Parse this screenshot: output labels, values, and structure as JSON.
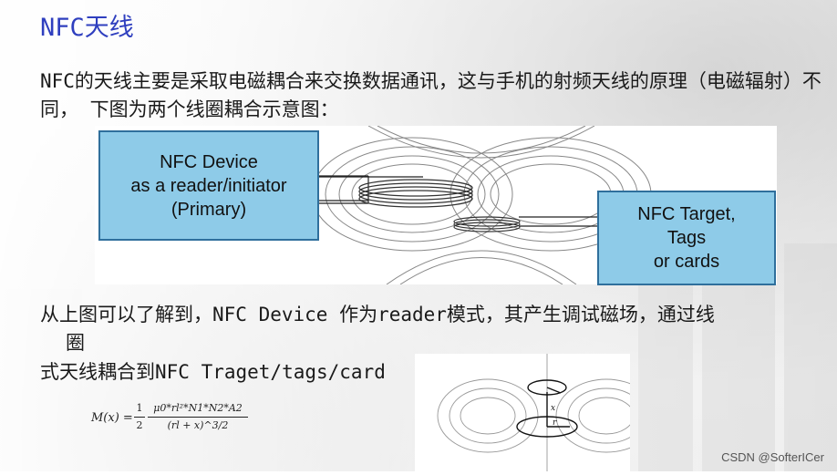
{
  "title": "NFC天线",
  "paragraph1": "NFC的天线主要是采取电磁耦合来交换数据通讯，这与手机的射频天线的原理（电磁辐射）不同， 下图为两个线圈耦合示意图：",
  "diagram1": {
    "primary": {
      "line1": "NFC Device",
      "line2": "as a reader/initiator",
      "line3": "(Primary)"
    },
    "target": {
      "line1": "NFC Target,",
      "line2": "Tags",
      "line3": "or cards"
    }
  },
  "paragraph2": {
    "line1": "从上图可以了解到，NFC Device 作为reader模式，其产生调试磁场，通过线",
    "line2": "圈"
  },
  "paragraph3": "式天线耦合到NFC Traget/tags/card",
  "formula": {
    "lhs": "M(x) =",
    "half_num": "1",
    "half_den": "2",
    "numerator": "μ0*rl²*N1*N2*A2",
    "denominator": "(rl + x)^3/2"
  },
  "diagram2": {
    "label_x": "x",
    "label_r": "r"
  },
  "watermark": "CSDN @SofterICer",
  "colors": {
    "title": "#2f3fbf",
    "box_fill": "#8ecbe8",
    "box_border": "#2f6f9c"
  }
}
